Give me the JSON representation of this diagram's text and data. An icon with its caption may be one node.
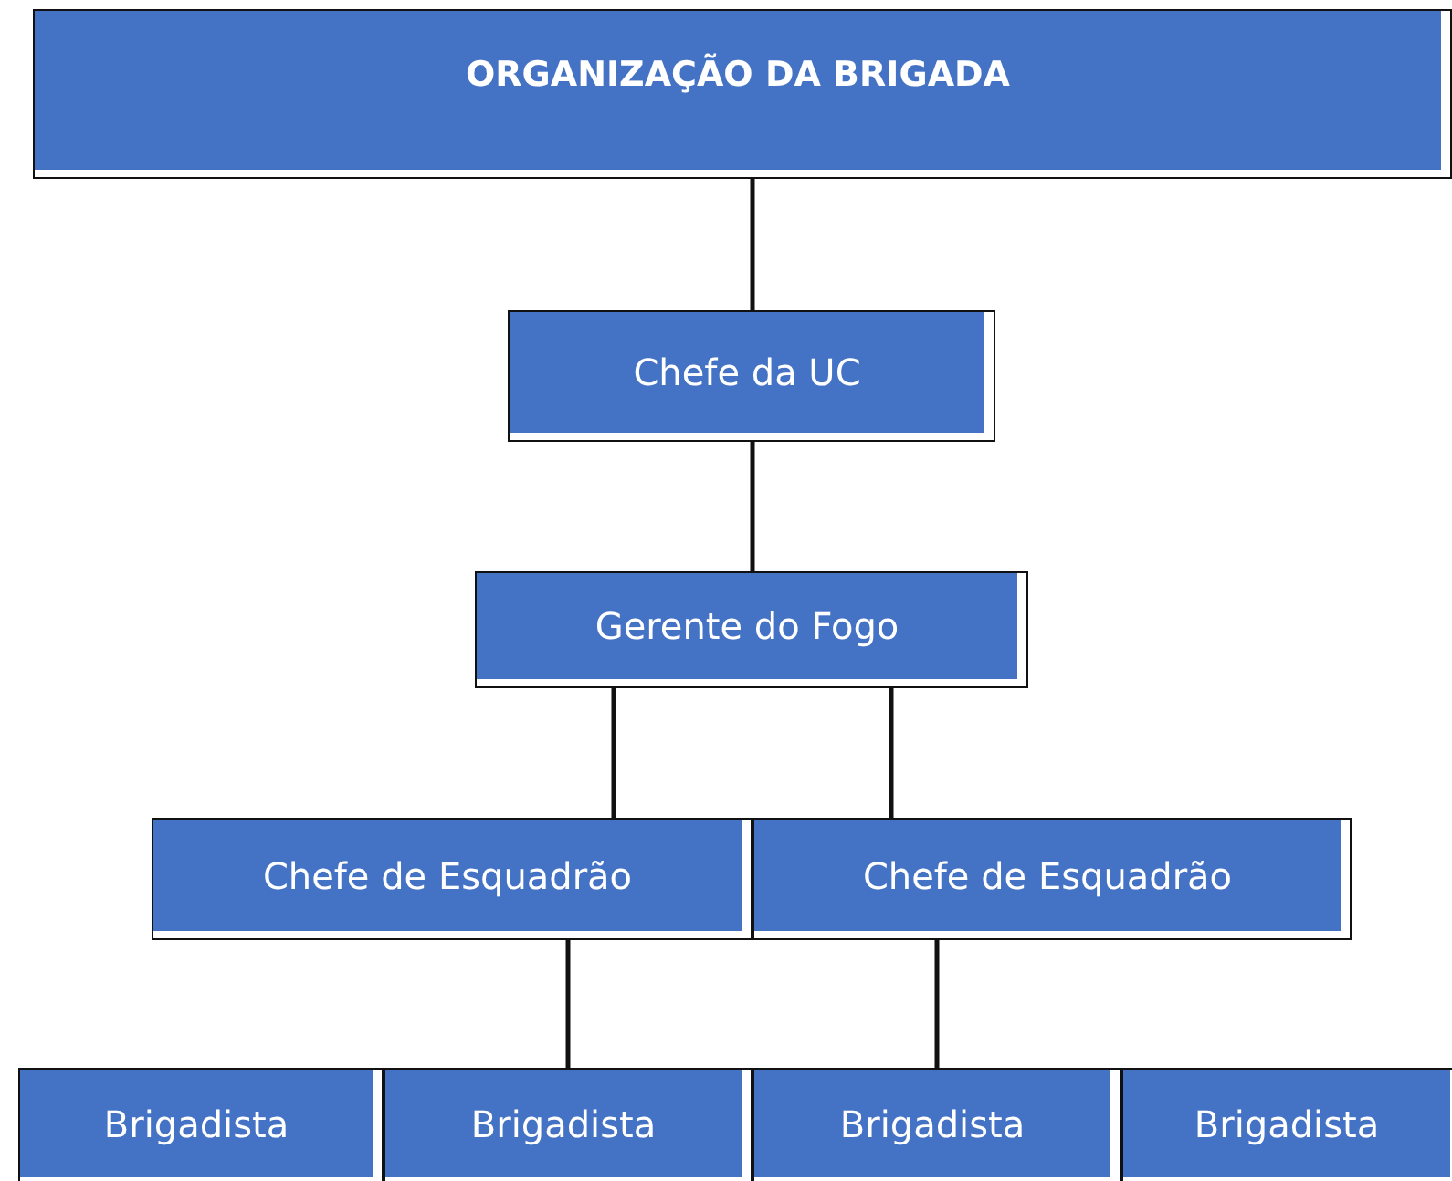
{
  "diagram": {
    "nodes": [
      {
        "text": [
          "ORGANIZAÇÃO DA BRIGADA"
        ]
      },
      {
        "text": [
          "Chefe da UC"
        ]
      },
      {
        "text": [
          "Gerente do Fogo"
        ]
      },
      {
        "text": [
          "Chefe de Esquadrão"
        ]
      },
      {
        "text": [
          "Chefe de Esquadrão"
        ]
      },
      {
        "text": [
          "Brigadista"
        ]
      },
      {
        "text": [
          "Brigadista"
        ]
      },
      {
        "text": [
          "Brigadista"
        ]
      },
      {
        "text": [
          "Brigadista"
        ]
      }
    ],
    "edges": [
      {
        "from": 0,
        "to": 1,
        "arrow": "none"
      },
      {
        "from": 1,
        "to": 2,
        "arrow": "none"
      },
      {
        "from": 2,
        "to": 3,
        "arrow": "none"
      },
      {
        "from": 2,
        "to": 4,
        "arrow": "none"
      },
      {
        "from": 3,
        "to": 6,
        "arrow": "none"
      },
      {
        "from": 4,
        "to": 7,
        "arrow": "none"
      }
    ]
  }
}
